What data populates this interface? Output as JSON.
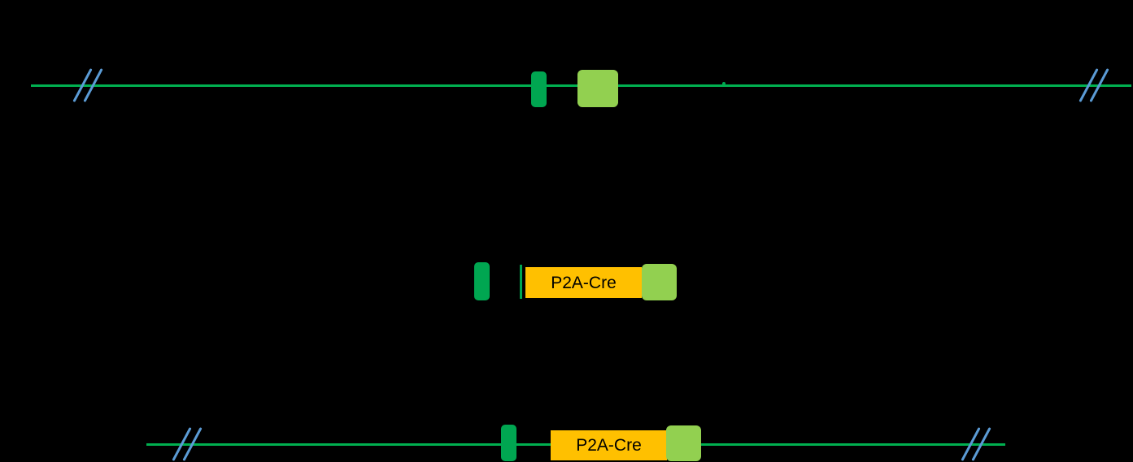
{
  "diagram": {
    "type": "gene-targeting-schematic",
    "colors": {
      "bg": "#000000",
      "line": "#00B050",
      "slash": "#5B9BD5",
      "exon_dark": "#00A651",
      "exon_light": "#92D050",
      "cassette": "#FFC000",
      "cassette_text": "#000000"
    },
    "targeting_vector": {
      "cassette_label": "P2A-Cre"
    },
    "knockin_allele": {
      "cassette_label": "P2A-Cre"
    }
  }
}
